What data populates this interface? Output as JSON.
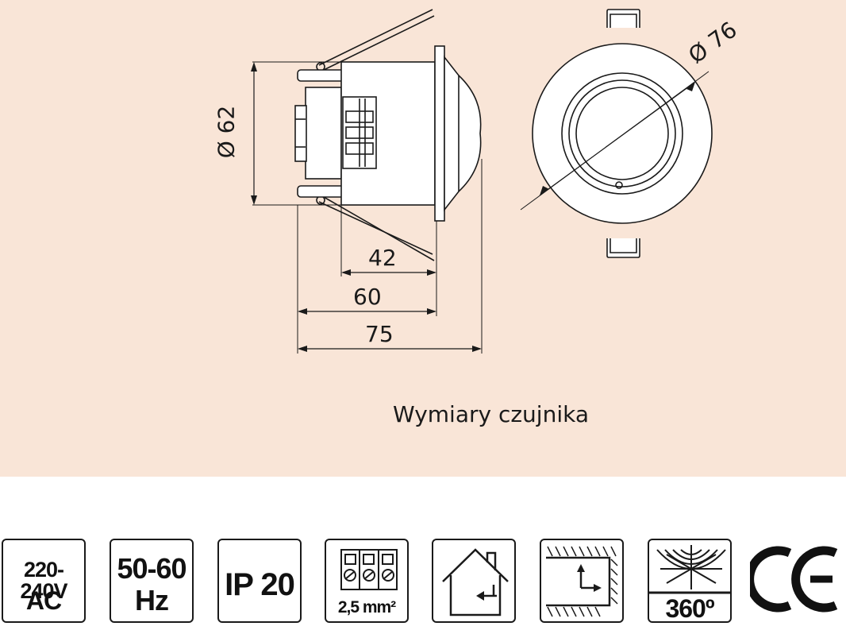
{
  "diagram": {
    "dimensions": {
      "diameter_side": "Ø 62",
      "diameter_top": "Ø 76",
      "dim_42": "42",
      "dim_60": "60",
      "dim_75": "75"
    },
    "caption": "Wymiary czujnika"
  },
  "badges": {
    "voltage": {
      "line1": "220-240V",
      "line2": "AC"
    },
    "frequency": {
      "line1": "50-60",
      "line2": "Hz"
    },
    "ip": {
      "label": "IP 20"
    },
    "terminal": {
      "label": "2,5 mm²"
    },
    "angle": {
      "label": "360º"
    }
  },
  "colors": {
    "panel_bg": "#f9e5d7",
    "line": "#1a1a1a"
  },
  "icons": [
    "terminal-block-icon",
    "house-indoor-icon",
    "ceiling-mount-icon",
    "detection-range-icon",
    "ce-mark-icon"
  ]
}
